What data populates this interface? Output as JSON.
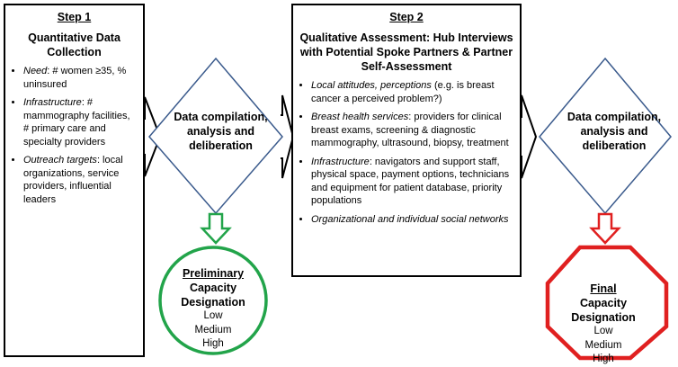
{
  "step1": {
    "title": "Step 1",
    "subtitle": "Quantitative Data Collection",
    "items": [
      {
        "label": "Need",
        "text": ": # women ≥35, % uninsured"
      },
      {
        "label": "Infrastructure",
        "text": ": # mammography facilities, # primary care and specialty providers"
      },
      {
        "label": "Outreach targets",
        "text": ": local organizations, service providers, influential leaders"
      }
    ]
  },
  "step2": {
    "title": "Step 2",
    "subtitle": "Qualitative Assessment: Hub Interviews with Potential Spoke Partners & Partner Self-Assessment",
    "items": [
      {
        "label": "Local attitudes, perceptions",
        "text": " (e.g. is breast cancer a perceived problem?)"
      },
      {
        "label": "Breast health services",
        "text": ": providers for clinical breast exams, screening & diagnostic mammography, ultrasound, biopsy, treatment"
      },
      {
        "label": "Infrastructure",
        "text": ": navigators and support staff, physical space, payment options, technicians and equipment for patient database, priority populations"
      },
      {
        "label": "Organizational and individual social networks",
        "text": ""
      }
    ]
  },
  "diamond1": {
    "text": "Data compilation, analysis and deliberation"
  },
  "diamond2": {
    "text": "Data compilation, analysis and deliberation"
  },
  "result1": {
    "heading": "Preliminary",
    "subheading": "Capacity Designation",
    "levels": [
      "Low",
      "Medium",
      "High"
    ],
    "color": "#22a44a"
  },
  "result2": {
    "heading": "Final",
    "subheading": "Capacity Designation",
    "levels": [
      "Low",
      "Medium",
      "High"
    ],
    "color": "#e02020"
  },
  "colors": {
    "diamond_stroke": "#3a5a8c",
    "green": "#22a44a",
    "red": "#e02020"
  }
}
